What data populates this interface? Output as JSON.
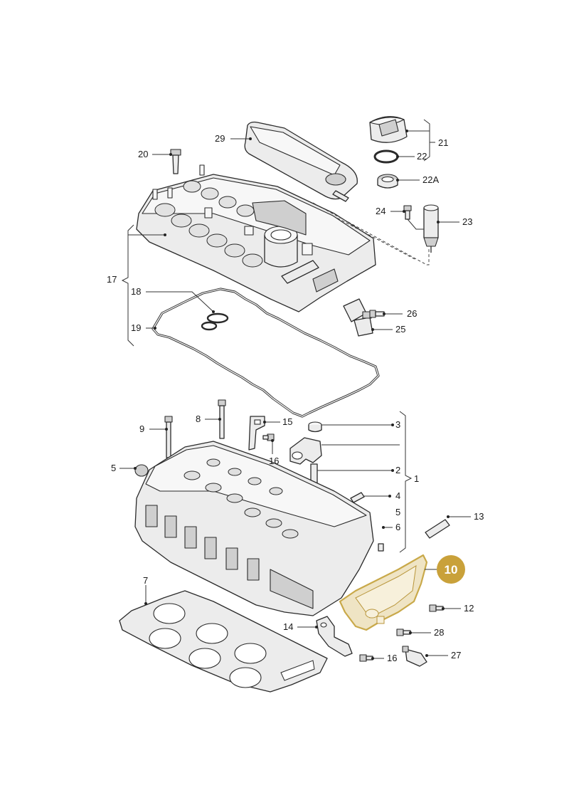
{
  "labels": {
    "l1": "1",
    "l2": "2",
    "l3": "3",
    "l4": "4",
    "l5": "5",
    "l5b": "5",
    "l6": "6",
    "l7": "7",
    "l8": "8",
    "l9": "9",
    "l10": "10",
    "l12": "12",
    "l13": "13",
    "l14": "14",
    "l15": "15",
    "l16a": "16",
    "l16b": "16",
    "l17": "17",
    "l18": "18",
    "l19": "19",
    "l20": "20",
    "l21": "21",
    "l22": "22",
    "l22a": "22A",
    "l23": "23",
    "l24": "24",
    "l25": "25",
    "l26": "26",
    "l27": "27",
    "l28": "28",
    "l29": "29"
  },
  "colors": {
    "highlight_fill": "#efe4c4",
    "highlight_stroke": "#c9a94a",
    "badge": "#c9a13a",
    "line": "#2a2a2a"
  }
}
